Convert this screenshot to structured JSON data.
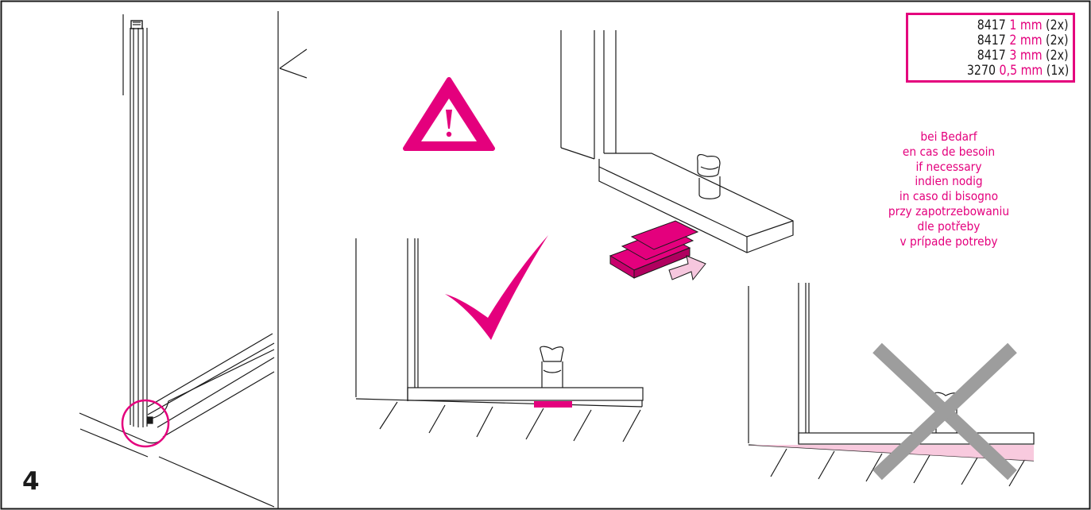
{
  "step": {
    "number": "4"
  },
  "legend": {
    "rows": [
      {
        "code": "8417",
        "thickness": "1 mm",
        "qty": "(2x)"
      },
      {
        "code": "8417",
        "thickness": "2 mm",
        "qty": "(2x)"
      },
      {
        "code": "8417",
        "thickness": "3 mm",
        "qty": "(2x)"
      },
      {
        "code": "3270",
        "thickness": "0,5 mm",
        "qty": "(1x)"
      }
    ]
  },
  "note": {
    "lines": [
      "bei Bedarf",
      "en cas de besoin",
      "if necessary",
      "indien nodig",
      "in caso di bisogno",
      "przy zapotrzebowaniu",
      "dle potřeby",
      "v prípade potreby"
    ]
  },
  "colors": {
    "accent": "#e4007d",
    "cross": "#9d9d9d",
    "line": "#1a1a1a",
    "arrow_fill": "#f6c7de",
    "gap_fill": "#f7c4da"
  },
  "icons": [
    "warning-triangle-icon",
    "checkmark-icon",
    "cross-icon",
    "arrow-right-icon",
    "shim-stack-icon",
    "detail-circle-icon"
  ]
}
